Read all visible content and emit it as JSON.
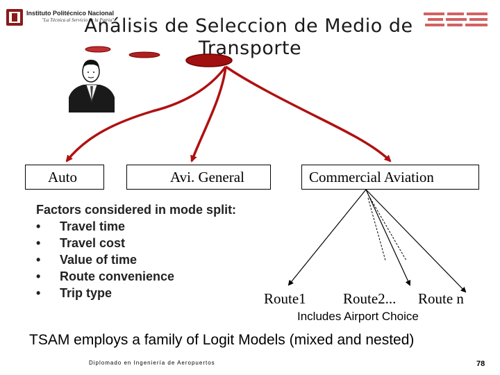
{
  "header": {
    "institution": "Instituto Politécnico Nacional",
    "motto": "\"La Técnica al Servicio de la Patria\""
  },
  "title": {
    "line1": "Análisis de Seleccion de Medio de",
    "line2": "Transporte"
  },
  "nodes": {
    "auto": "Auto",
    "avi_general": "Avi. General",
    "commercial": "Commercial Aviation"
  },
  "factors": {
    "heading": "Factors considered in mode split:",
    "bullet": "•",
    "items": [
      "Travel time",
      "Travel cost",
      "Value of time",
      "Route convenience",
      "Trip type"
    ]
  },
  "routes": {
    "route1": "Route1",
    "route2": "Route2...",
    "route_n": "Route n",
    "note": "Includes Airport Choice"
  },
  "summary": "TSAM employs a family of Logit Models (mixed and nested)",
  "footer": {
    "left": "Diplomado en Ingeniería de Aeropuertos",
    "page": "78"
  },
  "colors": {
    "arrow": "#b01010",
    "ellipse": "#a01010",
    "ellipse_outline": "#700000",
    "ellipse_light": "#c03030"
  }
}
